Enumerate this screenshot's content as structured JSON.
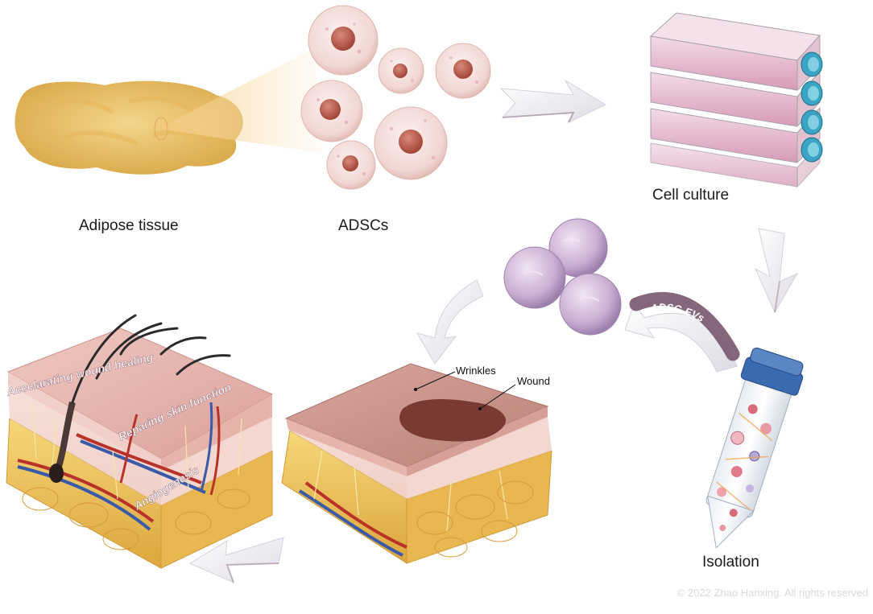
{
  "labels": {
    "adipose": "Adipose tissue",
    "adscs": "ADSCs",
    "culture": "Cell culture",
    "isolation": "Isolation",
    "evs": "ADSC-EVs",
    "wrinkles": "Wrinkles",
    "wound": "Wound",
    "healing": "Accelarating wound healing",
    "repair": "Reparing skin function",
    "angio": "Angiogenesis"
  },
  "copyright": "© 2022 Zhao Hanxing. All rights reserved",
  "colors": {
    "adipose": "#e8c06a",
    "cell_fill": "#f6e6e4",
    "cell_nucleus": "#b85a4e",
    "flask": "#e6b8cc",
    "cap": "#3aa4c4",
    "tube_cap": "#3a6ab0",
    "vesicle": "#c9aed2",
    "skin": "#e8b6b0",
    "fat": "#f0c85a",
    "wound": "#7a3a34",
    "vessel_red": "#b8322a",
    "vessel_blue": "#3a5aa8",
    "arrow": "#eeeef2"
  }
}
